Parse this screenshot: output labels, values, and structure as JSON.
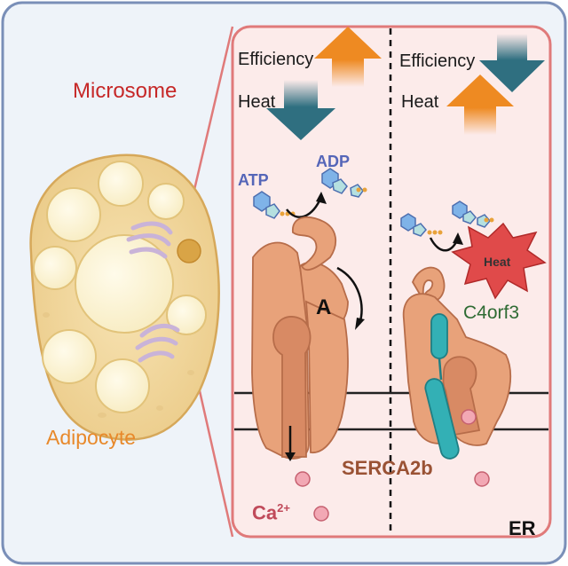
{
  "labels": {
    "microsome": "Microsome",
    "adipocyte": "Adipocyte",
    "efficiency_left": "Efficiency",
    "heat_left": "Heat",
    "efficiency_right": "Efficiency",
    "heat_right": "Heat",
    "atp": "ATP",
    "adp": "ADP",
    "domain_a": "A",
    "serca": "SERCA2b",
    "c4orf3": "C4orf3",
    "calcium": "Ca",
    "calcium_sup": "2+",
    "er": "ER",
    "heat_badge": "Heat"
  },
  "colors": {
    "frame_border": "#7a8fb8",
    "frame_fill": "#eef3f9",
    "panel_border": "#e07a7a",
    "panel_fill": "#fcebea",
    "up_arrow": "#ee8a22",
    "down_arrow": "#2f6f80",
    "protein": "#e8a27a",
    "protein_dark": "#d88a64",
    "helix": "#33b0b5",
    "calcium": "#f2a8b4",
    "heat_star": "#e04a4a"
  },
  "icons": [
    "up-arrow-icon",
    "down-arrow-icon",
    "heat-star-icon",
    "nucleotide-icon",
    "calcium-ion-icon"
  ]
}
